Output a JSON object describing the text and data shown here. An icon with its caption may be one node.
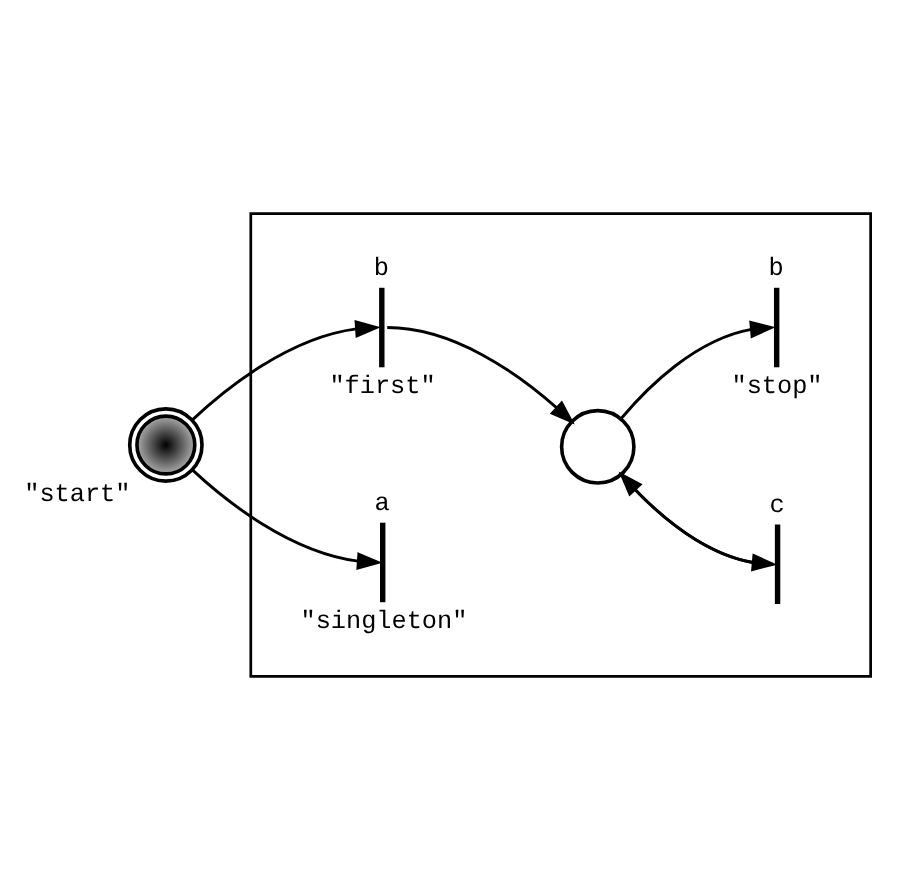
{
  "diagram": {
    "nodes": [
      {
        "text": [],
        "shape": "box"
      },
      {
        "text": [],
        "shape": "circle",
        "beside": [
          "\"start\""
        ]
      },
      {
        "text": [],
        "shape": "bar",
        "in": 0,
        "beside": [
          "b",
          "\"first\""
        ]
      },
      {
        "text": [],
        "shape": "bar",
        "in": 0,
        "beside": [
          "c"
        ]
      },
      {
        "text": [],
        "shape": "circle",
        "in": 0
      },
      {
        "text": [],
        "shape": "bar",
        "in": 0,
        "beside": [
          "b",
          "\"stop\""
        ]
      },
      {
        "text": [],
        "shape": "bar",
        "in": 0,
        "beside": [
          "a",
          "\"singleton\""
        ]
      }
    ],
    "edges": [
      {
        "from": 1,
        "to": 2,
        "arrow": "to"
      },
      {
        "from": 1,
        "to": 6,
        "arrow": "to"
      },
      {
        "from": 2,
        "to": 4,
        "arrow": "to"
      },
      {
        "from": 4,
        "to": 3,
        "arrow": "to"
      },
      {
        "from": 3,
        "to": 4,
        "arrow": "to"
      },
      {
        "from": 4,
        "to": 5,
        "arrow": "to"
      }
    ]
  }
}
